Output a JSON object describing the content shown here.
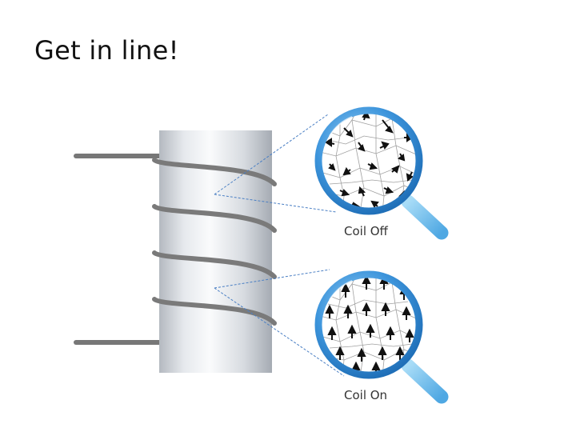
{
  "slide": {
    "title": "Get in line!"
  },
  "diagram": {
    "labels": {
      "coil_off": "Coil Off",
      "coil_on": "Coil On"
    },
    "colors": {
      "cylinder_light": "#f7f8fa",
      "cylinder_dark": "#aab0b8",
      "wire": "#777777",
      "lens_ring": "#3b8fd6",
      "lens_handle": "#7cc0ec",
      "leader_line": "#4a7fc4",
      "domain_lines": "#999999",
      "arrows": "#111111"
    },
    "icons": [
      "magnifier-coil-off-icon",
      "magnifier-coil-on-icon"
    ]
  }
}
